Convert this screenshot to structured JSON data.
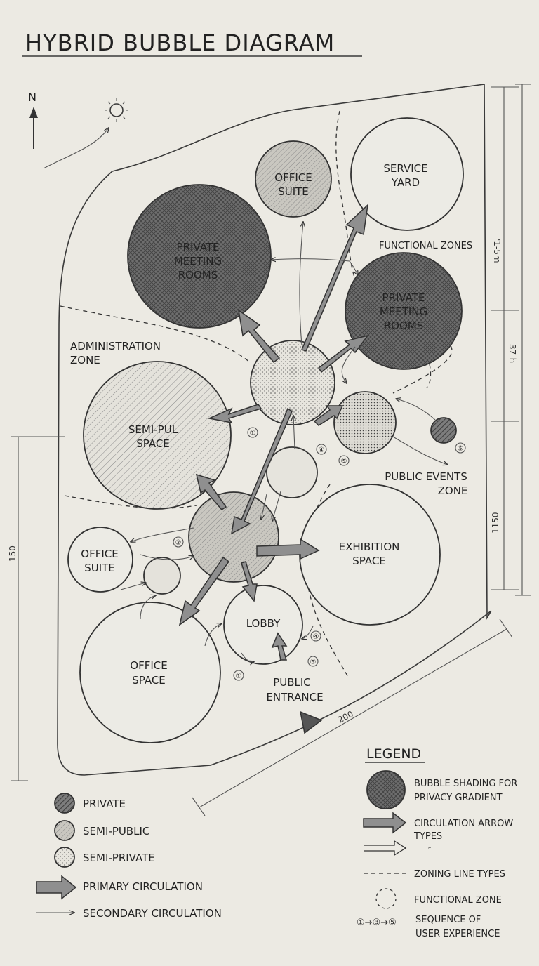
{
  "title": "HYBRID BUBBLE DIAGRAM",
  "compass": {
    "north": "N"
  },
  "labels": {
    "office_suite_top": [
      "OFFICE",
      "SUITE"
    ],
    "service_yard": [
      "SERVICE",
      "YARD"
    ],
    "private_meeting_1": [
      "PRIVATE",
      "MEETING",
      "ROOMS"
    ],
    "private_meeting_2": [
      "PRIVATE",
      "MEETING",
      "ROOMS"
    ],
    "functional_zones": "FUNCTIONAL ZONES",
    "administration_zone": [
      "ADMINISTRATION",
      "ZONE"
    ],
    "semi_pul_space": [
      "SEMI-PUL",
      "SPACE"
    ],
    "public_events_zone": [
      "PUBLIC EVENTS",
      "ZONE"
    ],
    "exhibition_space": [
      "EXHIBITION",
      "SPACE"
    ],
    "office_suite_left": [
      "OFFICE",
      "SUITE"
    ],
    "lobby": "LOBBY",
    "office_space": [
      "OFFICE",
      "SPACE"
    ],
    "public_entrance": [
      "PUBLIC",
      "ENTRANCE"
    ]
  },
  "sequence_markers": [
    "①",
    "②",
    "④",
    "⑤",
    "⑤",
    "④",
    "⑤",
    "①"
  ],
  "dimensions": {
    "top_right": "'1-5m",
    "mid_right": "37-h",
    "right_lower": "1150",
    "left": "150",
    "bottom": "200"
  },
  "key_left": [
    {
      "label": "PRIVATE",
      "symbol": "dark-circle-icon"
    },
    {
      "label": "SEMI-PUBLIC",
      "symbol": "hatched-circle-icon"
    },
    {
      "label": "SEMI-PRIVATE",
      "symbol": "dotted-circle-icon"
    },
    {
      "label": "PRIMARY CIRCULATION",
      "symbol": "thick-arrow-icon"
    },
    {
      "label": "SECONDARY CIRCULATION",
      "symbol": "thin-arrow-icon"
    }
  ],
  "legend": {
    "heading": "LEGEND",
    "items": [
      {
        "lines": [
          "BUBBLE SHADING FOR",
          "PRIVACY GRADIENT"
        ],
        "symbol": "shaded-bubble-icon"
      },
      {
        "lines": [
          "CIRCULATION ARROW",
          "TYPES"
        ],
        "symbol": "circulation-arrows-icon",
        "extra": "″"
      },
      {
        "lines": [
          "ZONING LINE TYPES"
        ],
        "symbol": "dashed-line-icon"
      },
      {
        "lines": [
          "FUNCTIONAL ZONE"
        ],
        "symbol": "dashed-circle-icon"
      },
      {
        "lines": [
          "SEQUENCE OF",
          "USER EXPERIENCE"
        ],
        "symbol": "sequence-icon",
        "seq": "①→③→⑤"
      }
    ]
  },
  "colors": {
    "paper": "#eceae3",
    "ink": "#2b2b2b",
    "dark": "#5a5a5a",
    "mid": "#9a9a9a",
    "light": "#dcdad3"
  }
}
